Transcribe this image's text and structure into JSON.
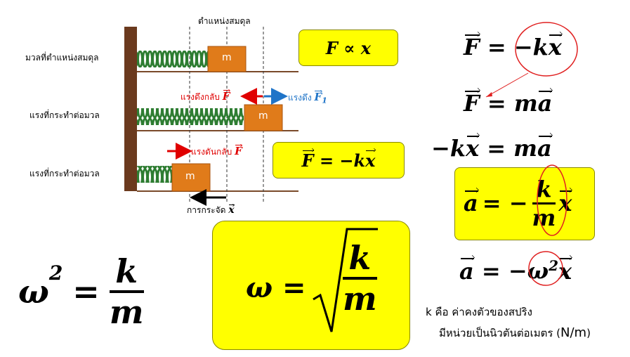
{
  "labels": {
    "equilibrium_position": "ตำแหน่งสมดุล",
    "row1": "มวลที่ตำแหน่งสมดุล",
    "row2": "แรงที่กระทำต่อมวล",
    "row3": "แรงที่กระทำต่อมวล",
    "mass": "m",
    "restoring_force": "แรงดึงกลับ",
    "pull_force": "แรงดึง",
    "push_restoring_force": "แรงดันกลับ",
    "displacement": "การกระจัด"
  },
  "symbols": {
    "F": "F",
    "F1": "F",
    "F1_sub": "1",
    "x": "x"
  },
  "equations": {
    "proportional": "F ∝ x",
    "eq_box_F": "F",
    "eq_box_rhs": "= −k",
    "eq_box_x": "x",
    "r1_lhs": "F",
    "r1_eq": "=",
    "r1_minus": "−",
    "r1_k": "k",
    "r1_x": "x",
    "r2_lhs": "F",
    "r2_rhs": "= m",
    "r2_a": "a",
    "r3_minus": "−k",
    "r3_x": "x",
    "r3_rhs": "= m",
    "r3_a": "a",
    "r4_a": "a",
    "r4_eq": "= −",
    "r4_num": "k",
    "r4_den": "m",
    "r4_x": "x",
    "r5_a": "a",
    "r5_eq": "= −",
    "r5_omega": "ω",
    "r5_sup": "2",
    "r5_x": "x",
    "omega_sq_lhs": "ω",
    "omega_sq_sup": "2",
    "omega_sq_eq": "=",
    "omega_sq_num": "k",
    "omega_sq_den": "m",
    "omega_lhs": "ω =",
    "omega_num": "k",
    "omega_den": "m"
  },
  "notes": {
    "k_line": "k คือ ค่าคงตัวของสปริง",
    "unit_line_prefix": "มีหน่วยเป็นนิวตันต่อเมตร (",
    "unit": "N/m",
    "unit_line_suffix": ")"
  },
  "colors": {
    "highlight": "#ffff00",
    "wall": "#6b3a1e",
    "rail": "#7a4a2a",
    "spring": "#2e7d32",
    "mass_block": "#e07b1a",
    "restoring_arrow": "#e00000",
    "pull_arrow": "#1f74c8",
    "circle": "#e02020"
  }
}
